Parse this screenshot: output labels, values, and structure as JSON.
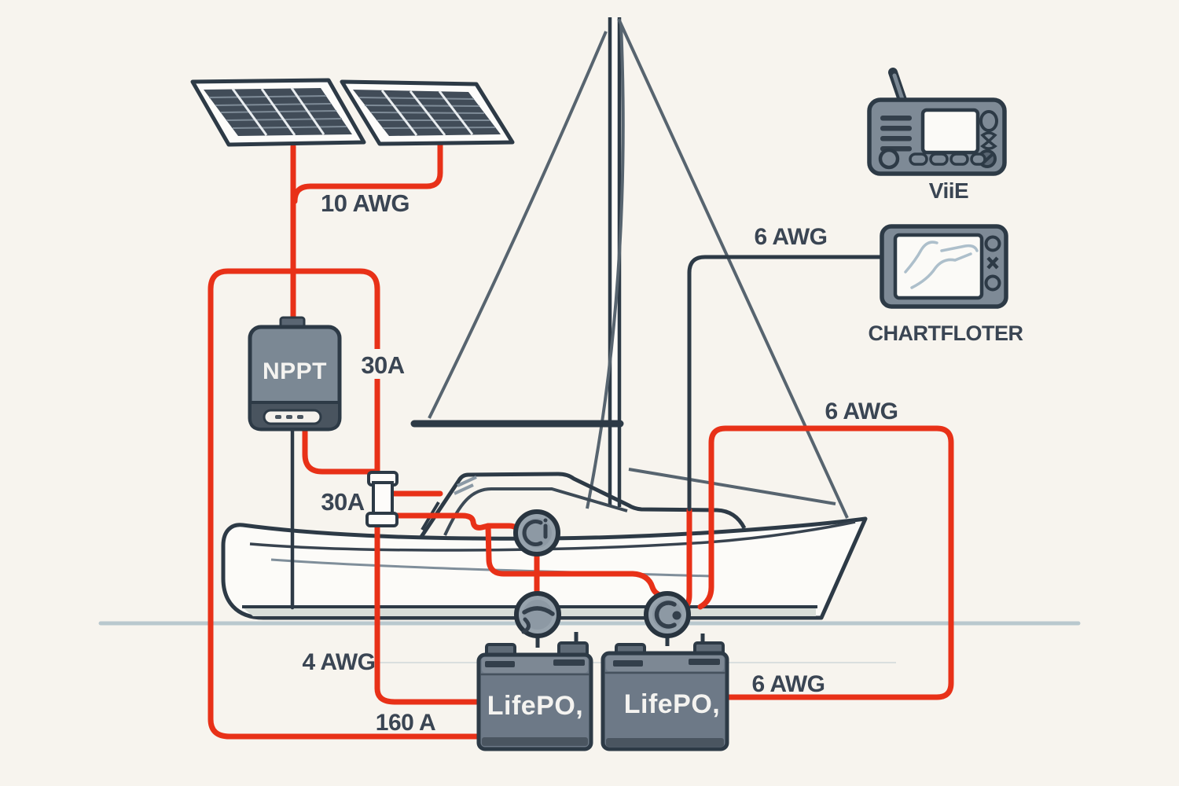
{
  "diagram_type": "sailboat-solar-electrical-wiring",
  "colors": {
    "background": "#f7f4ee",
    "positive_wire_red": "#e83118",
    "negative_wire_navy": "#2d3a46",
    "waterline_blue": "#b9c8ce",
    "device_gray": "#7e8a96",
    "label_text": "#3a4553"
  },
  "solar_array": {
    "panel_count": 2,
    "wire_gauge_label": "10 AWG"
  },
  "charge_controller": {
    "name_label": "NPPT",
    "breaker_label": "30A"
  },
  "inline_fuse": {
    "rating_label": "30A"
  },
  "vhf_radio": {
    "caption": "ViiE"
  },
  "chartplotter": {
    "caption": "CHARTFLOTER",
    "wire_gauge_label": "6 AWG"
  },
  "house_circuit": {
    "wire_gauge_label": "6 AWG"
  },
  "battery_bank": {
    "batteries": [
      {
        "label": "LifePO,"
      },
      {
        "label": "LifePO,"
      }
    ],
    "charge_wire_gauge_label": "4 AWG",
    "main_wire_rating_label": "160 A",
    "link_wire_gauge_label": "6 AWG"
  }
}
